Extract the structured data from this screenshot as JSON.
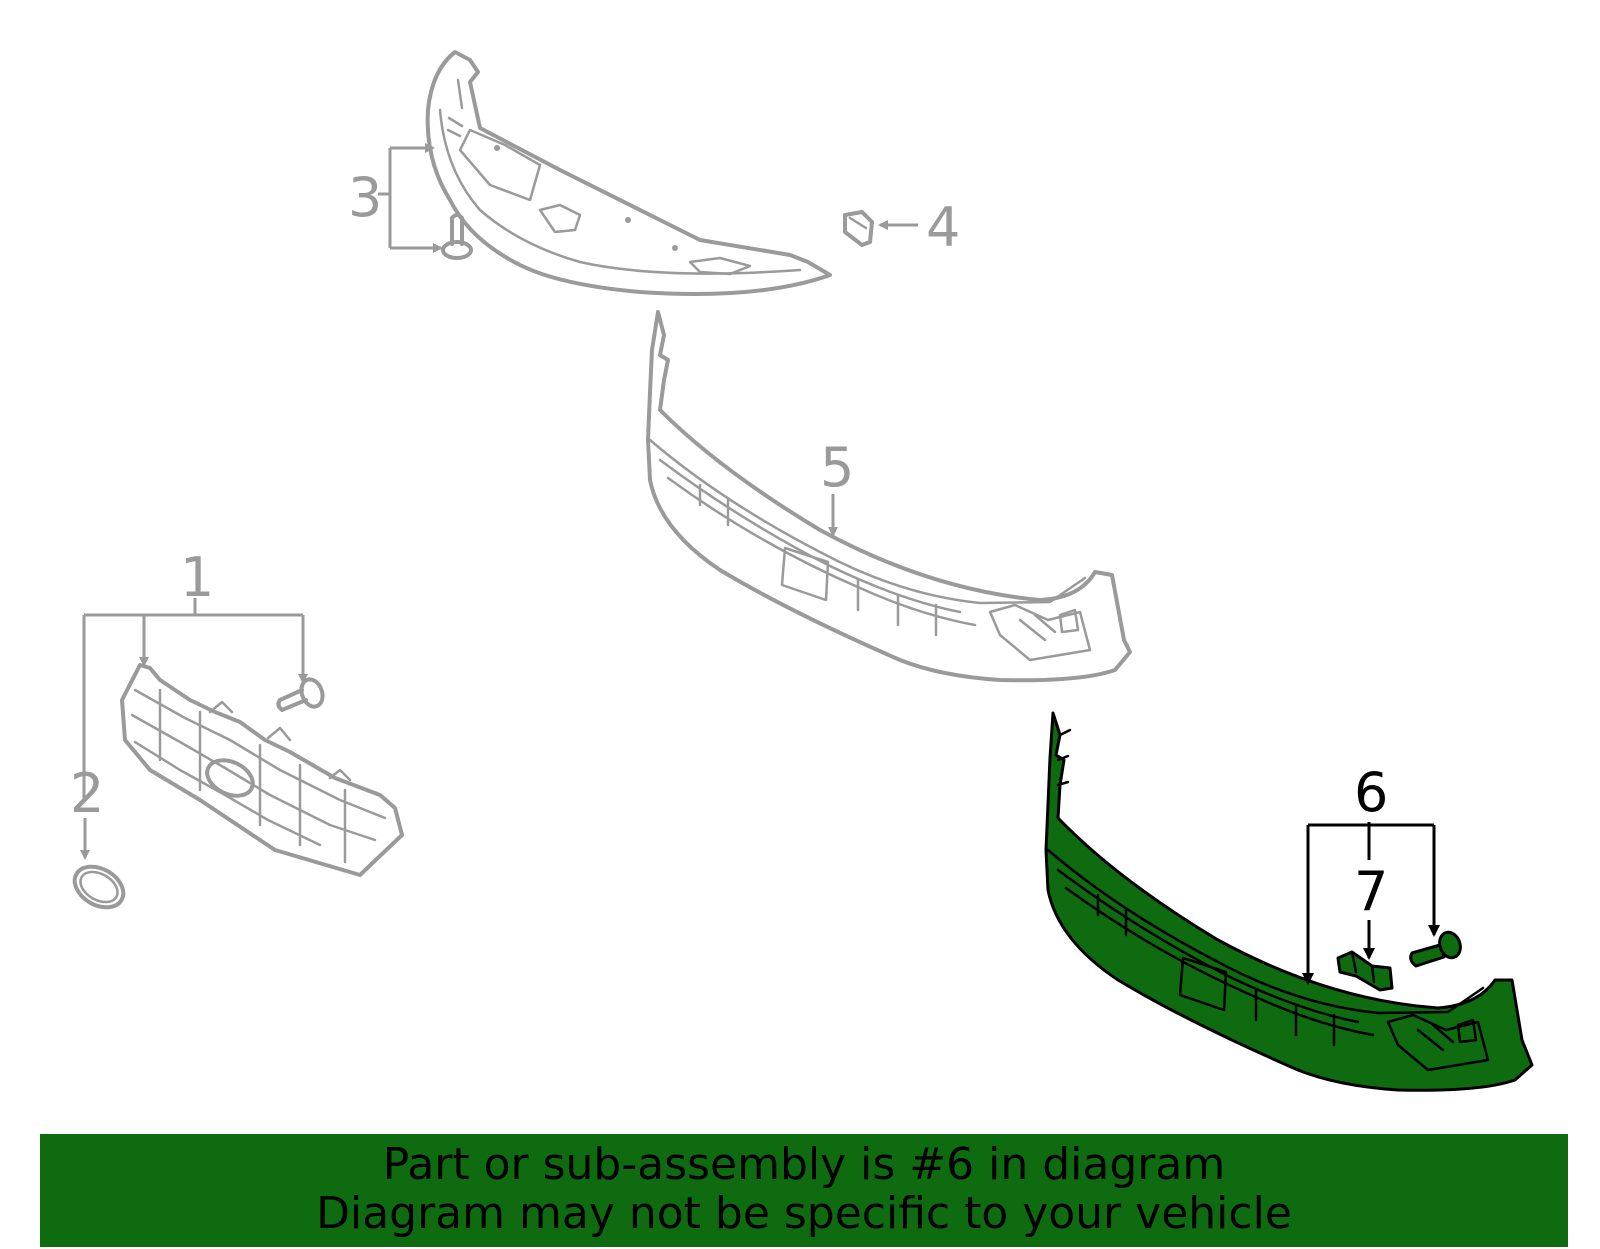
{
  "diagram": {
    "callouts": [
      {
        "id": "1",
        "label": "1",
        "highlighted": false
      },
      {
        "id": "2",
        "label": "2",
        "highlighted": false
      },
      {
        "id": "3",
        "label": "3",
        "highlighted": false
      },
      {
        "id": "4",
        "label": "4",
        "highlighted": false
      },
      {
        "id": "5",
        "label": "5",
        "highlighted": false
      },
      {
        "id": "6",
        "label": "6",
        "highlighted": true
      },
      {
        "id": "7",
        "label": "7",
        "highlighted": false
      }
    ],
    "colors": {
      "highlight_part": "#0e6b10",
      "inactive_part": "#9a9a9a",
      "active_callout": "#000000",
      "banner_background": "#0e6b10"
    }
  },
  "banner": {
    "line1": "Part or sub-assembly is #6 in diagram",
    "line2": "Diagram may not be specific to your vehicle"
  }
}
